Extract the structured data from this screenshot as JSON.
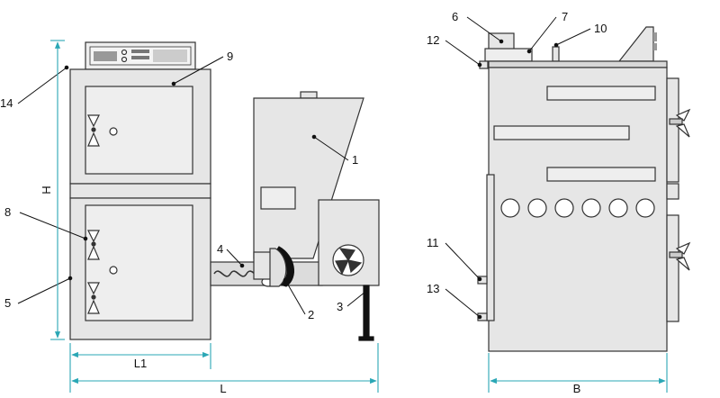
{
  "figure": {
    "colors": {
      "body_fill": "#e6e6e6",
      "panel_fill": "#eeeeee",
      "outline": "#333333",
      "dimension": "#2aa7b5",
      "dark": "#111111"
    },
    "callouts": {
      "c1": "1",
      "c2": "2",
      "c3": "3",
      "c4": "4",
      "c5": "5",
      "c6": "6",
      "c7": "7",
      "c8": "8",
      "c9": "9",
      "c10": "10",
      "c11": "11",
      "c12": "12",
      "c13": "13",
      "c14": "14"
    },
    "dimensions": {
      "height": "H",
      "length_boiler": "L1",
      "length_total": "L",
      "width": "B"
    },
    "icons": [
      "fan-icon",
      "door-handle-icon",
      "auger-screw-icon"
    ]
  }
}
